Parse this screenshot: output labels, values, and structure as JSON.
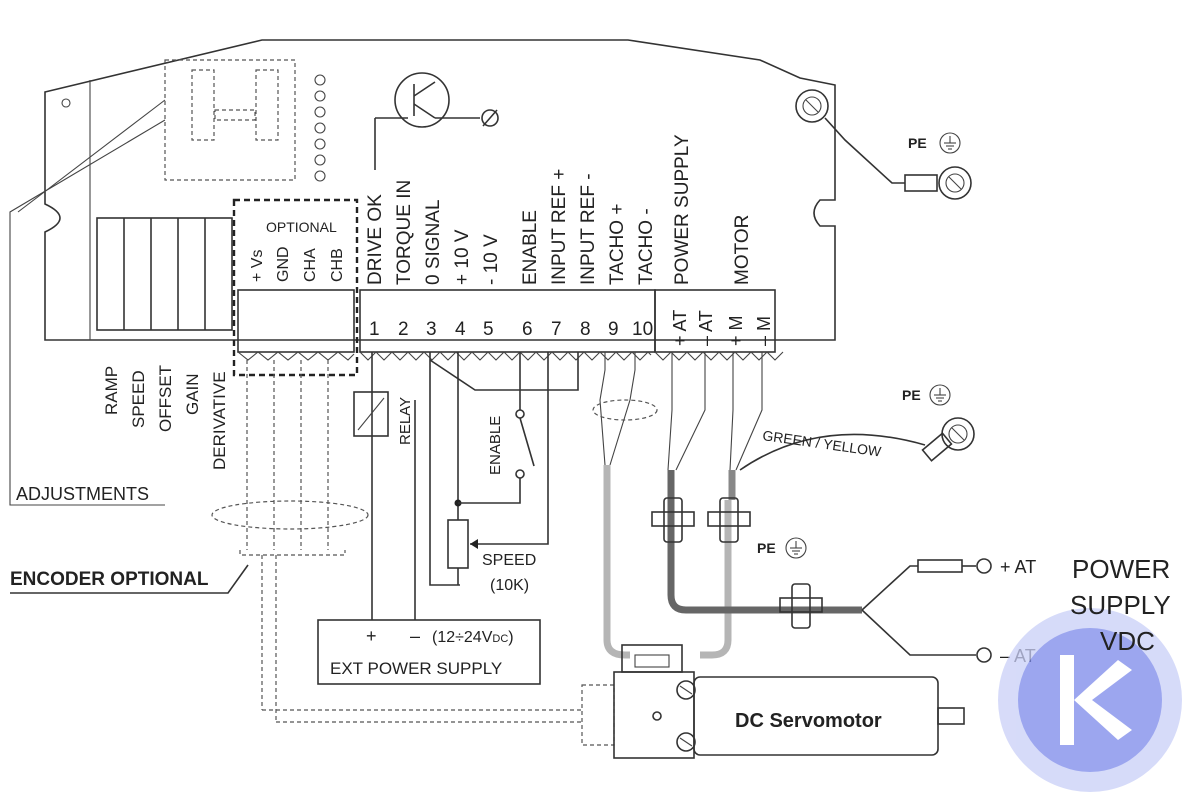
{
  "adjustments": {
    "label": "ADJUSTMENTS",
    "trimmers": [
      "RAMP",
      "SPEED",
      "OFFSET",
      "GAIN",
      "DERIVATIVE"
    ]
  },
  "encoder": {
    "label": "ENCODER OPTIONAL",
    "header": "OPTIONAL",
    "pins": [
      "+ Vs",
      "GND",
      "CHA",
      "CHB"
    ]
  },
  "terminals": [
    {
      "num": "1",
      "label": "DRIVE OK"
    },
    {
      "num": "2",
      "label": "TORQUE IN"
    },
    {
      "num": "3",
      "label": "0 SIGNAL"
    },
    {
      "num": "4",
      "label": "+ 10 V"
    },
    {
      "num": "5",
      "label": "- 10 V"
    },
    {
      "num": "6",
      "label": "ENABLE"
    },
    {
      "num": "7",
      "label": "INPUT REF +"
    },
    {
      "num": "8",
      "label": "INPUT REF -"
    },
    {
      "num": "9",
      "label": "TACHO +"
    },
    {
      "num": "10",
      "label": "TACHO -"
    }
  ],
  "power_terminals": {
    "group_power": "POWER SUPPLY",
    "group_motor": "MOTOR",
    "pins": [
      "+ AT",
      "– AT",
      "+ M",
      "– M"
    ]
  },
  "relay_label": "RELAY",
  "enable_switch_label": "ENABLE",
  "speed_pot": {
    "label": "SPEED",
    "value": "(10K)"
  },
  "ext_supply": {
    "plus": "+",
    "minus": "–",
    "range": "(12÷24V",
    "range_sub": "DC",
    "range_end": ")",
    "label": "EXT POWER SUPPLY"
  },
  "pe_label": "PE",
  "ground_wire_label": "GREEN / YELLOW",
  "dc_power": {
    "plus": "+ AT",
    "minus": "– AT",
    "title_line1": "POWER",
    "title_line2": "SUPPLY",
    "title_line3": "VDC"
  },
  "motor_label": "DC Servomotor",
  "colors": {
    "line": "#333333",
    "cable_light": "#b5b5b5",
    "cable_dark": "#666666",
    "watermark": "#6f7fe8"
  }
}
